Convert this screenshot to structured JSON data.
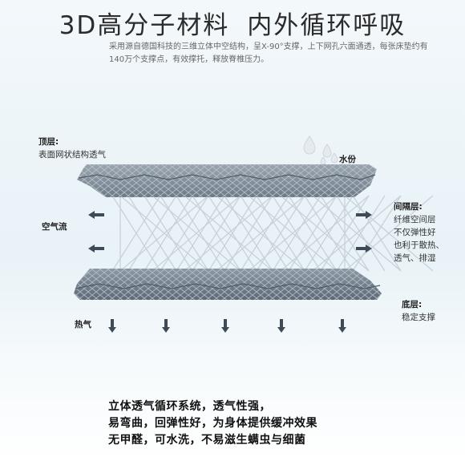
{
  "title_left": "3D高分子材料",
  "title_right": "内外循环呼吸",
  "subtitle": "采用源自德国科技的三维立体中空结构，呈X-90°支撑，上下网孔六面通透，每张床垫约有140万个支撑点，有效撑托，释放脊椎压力。",
  "labels": {
    "top_layer_title": "顶层:",
    "top_layer_desc": "表面网状结构透气",
    "moisture": "水份",
    "airflow": "空气流",
    "spacer_title": "间隔层:",
    "spacer_desc": [
      "纤维空间层",
      "不仅弹性好",
      "也利于散热、",
      "透气、排湿"
    ],
    "bottom_layer_title": "底层:",
    "bottom_layer_desc": "稳定支撑",
    "heat": "热气"
  },
  "bottom_lines": [
    "立体透气循环系统，透气性强，",
    "易弯曲，回弹性好，为身体提供缓冲效果",
    "无甲醛，可水洗，不易滋生螨虫与细菌"
  ],
  "colors": {
    "mesh": "#7e8a96",
    "mesh_dark": "#5a6672",
    "fiber": "#c9d1d9",
    "arrow": "#3e4a56",
    "droplet": "#dfe6ec"
  },
  "icons": [
    "water-droplet-icon",
    "arrow-left-icon",
    "arrow-right-icon",
    "arrow-down-icon"
  ]
}
